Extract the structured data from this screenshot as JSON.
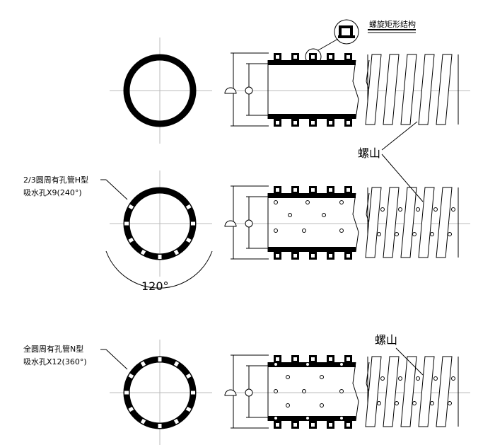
{
  "callout_title": "螺旋矩形结构",
  "rib_label_1": "螺山",
  "rib_label_2": "螺山",
  "row2": {
    "line1": "2/3圆周有孔管H型",
    "line2": "吸水孔X9(240°)",
    "angle": "120°"
  },
  "row3": {
    "line1": "全圆周有孔管N型",
    "line2": "吸水孔X12(360°)"
  },
  "colors": {
    "ink": "#000000",
    "centerline": "#bbbbbb"
  }
}
